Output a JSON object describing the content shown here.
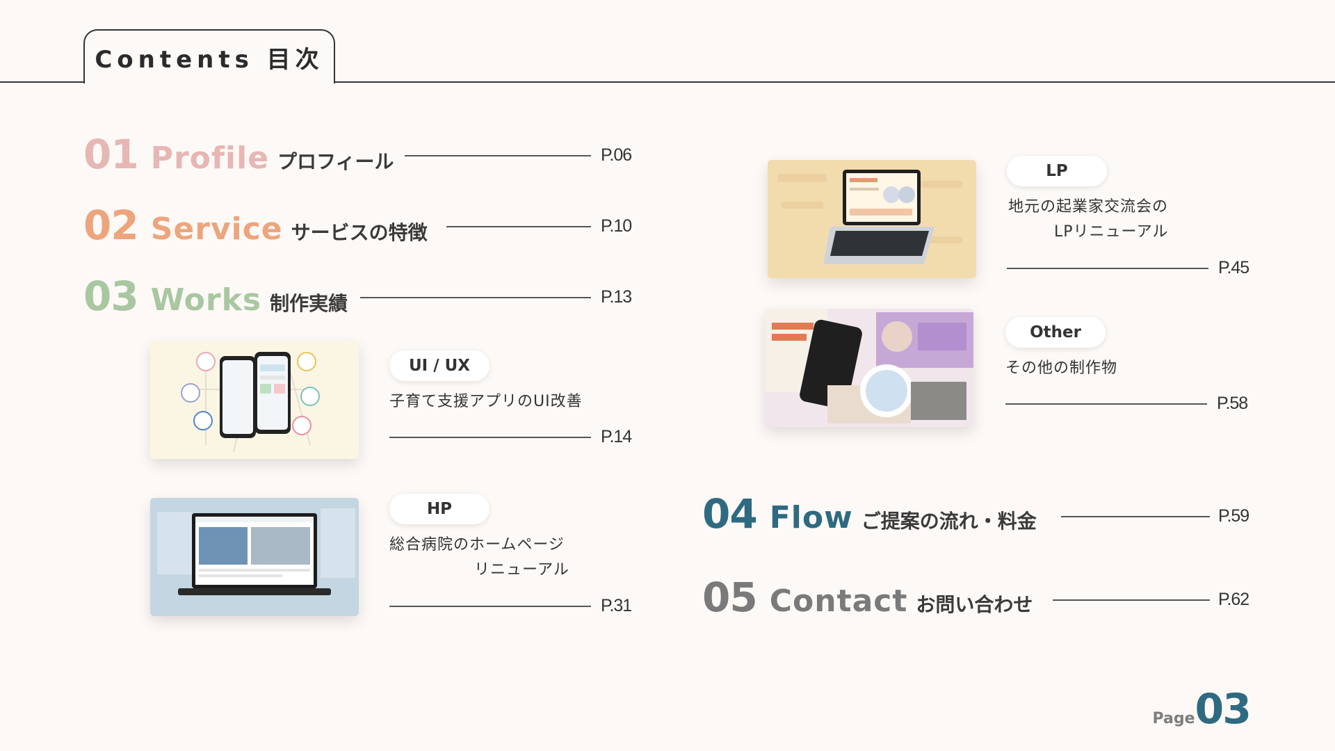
{
  "header": {
    "title": "Contents 目次"
  },
  "sections": [
    {
      "num": "01",
      "en": "Profile",
      "jp": "プロフィール",
      "page": "P.06",
      "color": "#e7b7b3"
    },
    {
      "num": "02",
      "en": "Service",
      "jp": "サービスの特徴",
      "page": "P.10",
      "color": "#eda57d"
    },
    {
      "num": "03",
      "en": "Works",
      "jp": "制作実績",
      "page": "P.13",
      "color": "#a9c7a1"
    },
    {
      "num": "04",
      "en": "Flow",
      "jp": "ご提案の流れ・料金",
      "page": "P.59",
      "color": "#2e6a80"
    },
    {
      "num": "05",
      "en": "Contact",
      "jp": "お問い合わせ",
      "page": "P.62",
      "color": "#7a7a7a"
    }
  ],
  "works": [
    {
      "tag": "UI / UX",
      "line1": "子育て支援アプリのUI改善",
      "line2": "",
      "page": "P.14"
    },
    {
      "tag": "HP",
      "line1": "総合病院のホームページ",
      "line2": "リニューアル",
      "page": "P.31"
    },
    {
      "tag": "LP",
      "line1": "地元の起業家交流会の",
      "line2": "LPリニューアル",
      "page": "P.45"
    },
    {
      "tag": "Other",
      "line1": "その他の制作物",
      "line2": "",
      "page": "P.58"
    }
  ],
  "footer": {
    "label": "Page",
    "number": "03"
  }
}
